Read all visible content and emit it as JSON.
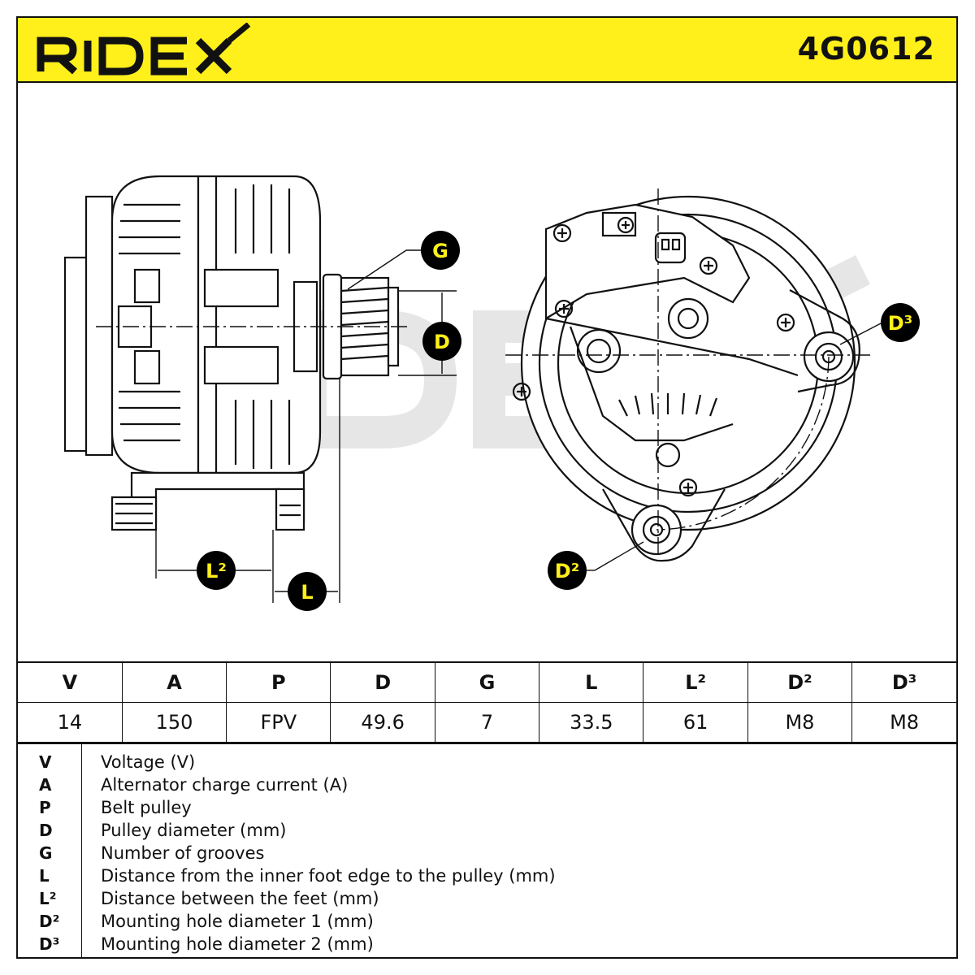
{
  "header": {
    "brand": "RIDEX",
    "part_number": "4G0612",
    "background_color": "#ffef1a"
  },
  "drawing": {
    "watermark": "RIDEX",
    "callouts": {
      "g": "G",
      "d": "D",
      "l2": "L²",
      "l": "L",
      "d3": "D³",
      "d2": "D²"
    },
    "callout_fill": "#000000",
    "callout_text_color": "#ffef1a"
  },
  "specs": {
    "headers": [
      "V",
      "A",
      "P",
      "D",
      "G",
      "L",
      "L²",
      "D²",
      "D³"
    ],
    "values": [
      "14",
      "150",
      "FPV",
      "49.6",
      "7",
      "33.5",
      "61",
      "M8",
      "M8"
    ]
  },
  "legend": [
    {
      "key": "V",
      "text": "Voltage (V)"
    },
    {
      "key": "A",
      "text": "Alternator charge current (A)"
    },
    {
      "key": "P",
      "text": "Belt pulley"
    },
    {
      "key": "D",
      "text": "Pulley diameter (mm)"
    },
    {
      "key": "G",
      "text": "Number of grooves"
    },
    {
      "key": "L",
      "text": "Distance from the inner foot edge to the pulley (mm)"
    },
    {
      "key": "L²",
      "text": "Distance between the feet (mm)"
    },
    {
      "key": "D²",
      "text": "Mounting hole diameter 1 (mm)"
    },
    {
      "key": "D³",
      "text": "Mounting hole diameter 2 (mm)"
    }
  ]
}
